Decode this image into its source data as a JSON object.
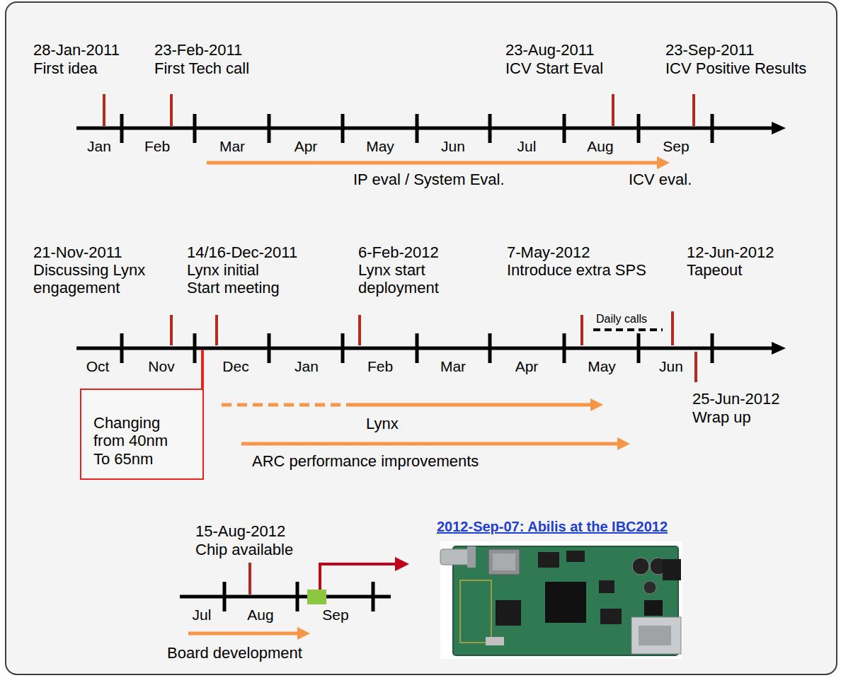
{
  "diagram": {
    "nodes": [
      {
        "text": [
          "Changing from 40nm To 65nm"
        ]
      }
    ],
    "labels": [
      "28-Jan-2011",
      "First idea",
      "23-Feb-2011",
      "First Tech call",
      "23-Aug-2011",
      "ICV Start Eval",
      "23-Sep-2011",
      "ICV Positive Results",
      "Jan",
      "Feb",
      "Mar",
      "Apr",
      "May",
      "Jun",
      "Jul",
      "Aug",
      "Sep",
      "IP eval / System Eval.",
      "ICV eval.",
      "21-Nov-2011",
      "Discussing Lynx engagement",
      "14/16-Dec-2011",
      "Lynx initial Start meeting",
      "6-Feb-2012",
      "Lynx start deployment",
      "7-May-2012",
      "Introduce extra SPS",
      "12-Jun-2012",
      "Tapeout",
      "Daily calls",
      "Oct",
      "Nov",
      "Dec",
      "Jan",
      "Feb",
      "Mar",
      "Apr",
      "May",
      "Jun",
      "25-Jun-2012",
      "Wrap up",
      "Lynx",
      "ARC performance improvements",
      "15-Aug-2012",
      "Chip available",
      "Jul",
      "Aug",
      "Sep",
      "Board development",
      "2012-Sep-07: Abilis at the IBC2012"
    ]
  }
}
